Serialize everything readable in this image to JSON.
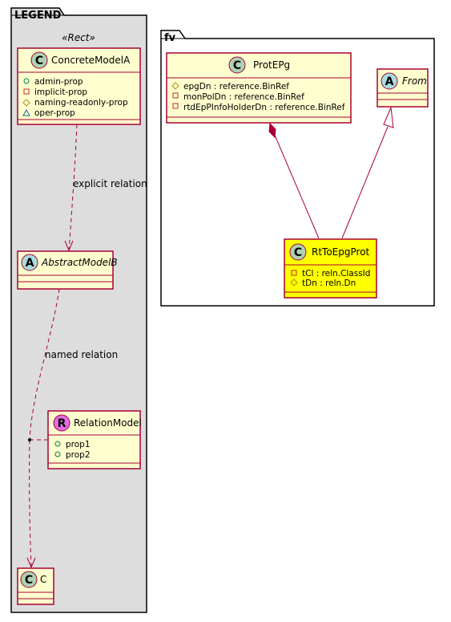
{
  "legend": {
    "title": "LEGEND",
    "stereotype": "«Rect»",
    "concrete_model": {
      "kind": "C",
      "name": "ConcreteModelA",
      "attributes": [
        {
          "vis": "+",
          "text": "admin-prop"
        },
        {
          "vis": "-",
          "text": "implicit-prop"
        },
        {
          "vis": "#",
          "text": "naming-readonly-prop"
        },
        {
          "vis": "~",
          "text": "oper-prop"
        }
      ]
    },
    "explicit_label": "explicit relation",
    "abstract_model": {
      "kind": "A",
      "name": "AbstractModelB"
    },
    "named_label": "named relation",
    "relation_model": {
      "kind": "R",
      "name": "RelationModel",
      "attributes": [
        {
          "vis": "+",
          "text": "prop1"
        },
        {
          "vis": "+",
          "text": "prop2"
        }
      ]
    },
    "c_model": {
      "kind": "C",
      "name": "C"
    }
  },
  "fv": {
    "title": "fv",
    "prot_epg": {
      "kind": "C",
      "name": "ProtEPg",
      "attributes": [
        {
          "vis": "#",
          "text": "epgDn : reference.BinRef"
        },
        {
          "vis": "-",
          "text": "monPolDn : reference.BinRef"
        },
        {
          "vis": "-",
          "text": "rtdEpPInfoHolderDn : reference.BinRef"
        }
      ]
    },
    "from": {
      "kind": "A",
      "name": "From"
    },
    "rt_to_epg_prot": {
      "kind": "C",
      "name": "RtToEpgProt",
      "attributes": [
        {
          "vis": "-",
          "text": "tCl : reln.ClassId"
        },
        {
          "vis": "#",
          "text": "tDn : reln.Dn"
        }
      ]
    }
  },
  "colors": {
    "class_fill": "#FEFECE",
    "class_border": "#A80036",
    "highlight_fill": "#FFFF00",
    "package_fill_legend": "#DDDDDD",
    "package_fill_fv": "#FFFFFF",
    "circle_c": "#ADD1B2",
    "circle_a": "#A9DCDF",
    "circle_r": "#E26CE2",
    "edge": "#A80036"
  }
}
